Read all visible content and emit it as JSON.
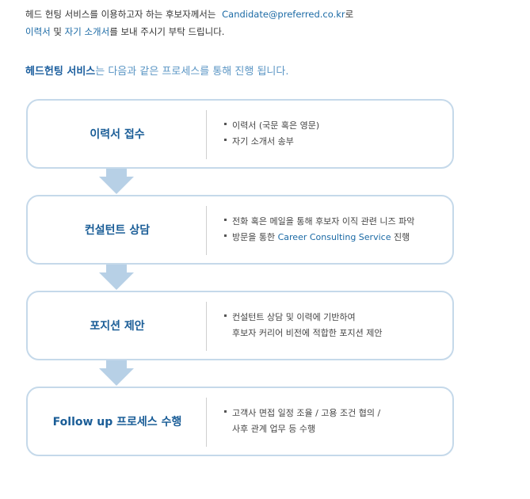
{
  "intro": {
    "line1_text": "헤드 헌팅 서비스를 이용하고자 하는 후보자께서는",
    "email": "Candidate@preferred.co.kr",
    "line1_suffix": "로",
    "doc1": "이력서",
    "conj": " 및 ",
    "doc2": "자기 소개서",
    "line2_rest": "를 보내 주시기 부탁 드립니다."
  },
  "lead": {
    "strong": "헤드헌팅 서비스",
    "rest": "는 다음과 같은 프로세스를 통해 진행 됩니다."
  },
  "steps": [
    {
      "title": "이력서 접수",
      "items": [
        {
          "text": "이력서 (국문 혹은 영문)"
        },
        {
          "text": "자기 소개서 송부"
        }
      ]
    },
    {
      "title": "컨설턴트 상담",
      "items": [
        {
          "text": "전화 혹은 메일을 통해 후보자 이직 관련 니즈 파악"
        },
        {
          "pre": "방문을 통한 ",
          "highlight": "Career Consulting Service",
          "post": " 진행"
        }
      ]
    },
    {
      "title": "포지션 제안",
      "items": [
        {
          "line1": "컨설턴트 상담 및 이력에 기반하여",
          "line2": "후보자 커리어 비전에 적합한 포지션 제안"
        }
      ]
    },
    {
      "title": "Follow up 프로세스 수행",
      "items": [
        {
          "line1": "고객사 면접 일정 조율 / 고용 조건 협의 /",
          "line2": "사후 관계 업무 등 수행"
        }
      ]
    }
  ],
  "colors": {
    "accent": "#1b6aa5",
    "title": "#1a5d97",
    "border": "#c5d9ea",
    "arrow": "#b7d0e6"
  }
}
